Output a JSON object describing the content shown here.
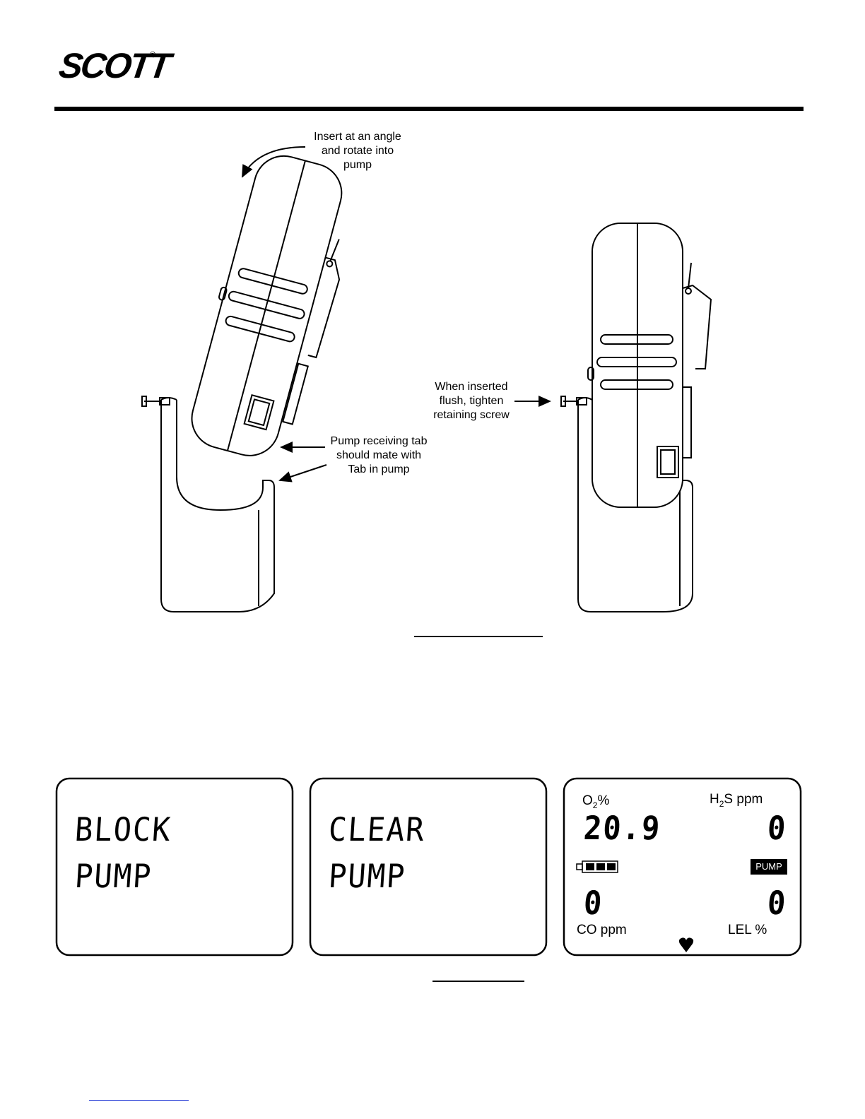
{
  "header": {
    "logo_text": "SCOTT",
    "logo_mark": "®"
  },
  "figure1": {
    "callouts": {
      "insert": [
        "Insert at an angle",
        "and rotate into",
        "pump"
      ],
      "tighten": [
        "When inserted",
        "flush, tighten",
        "retaining screw"
      ],
      "tab": [
        "Pump receiving tab",
        "should mate with",
        "Tab in pump"
      ]
    }
  },
  "figure2": {
    "panels": {
      "block": {
        "line1": "BLOCK",
        "line2": "PUMP"
      },
      "clear": {
        "line1": "CLEAR",
        "line2": "PUMP"
      },
      "readings": {
        "o2_label": "O",
        "o2_sub": "2",
        "o2_unit": "%",
        "o2_value": "20.9",
        "h2s_label": "H",
        "h2s_sub": "2",
        "h2s_unit": "S ppm",
        "h2s_value": "0",
        "pump_badge": "PUMP",
        "co_value": "0",
        "co_label": "CO ppm",
        "lel_value": "0",
        "lel_label": "LEL %",
        "heart_icon": "heart-icon",
        "battery_icon": "battery-icon"
      }
    }
  }
}
